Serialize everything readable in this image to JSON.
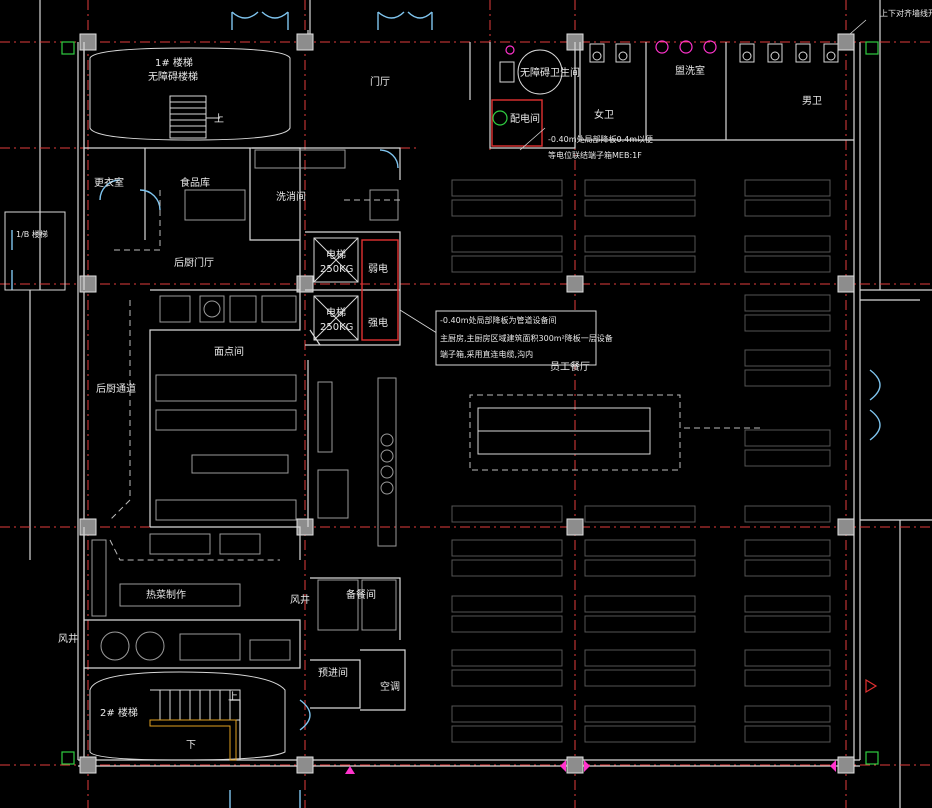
{
  "labels": {
    "stair1_line1": "1# 楼梯",
    "stair1_line2": "无障碍楼梯",
    "stair1_up": "上",
    "lobby": "门厅",
    "accessible_wc": "无障碍卫生间",
    "power_room": "配电间",
    "female_wc": "女卫",
    "washroom": "盥洗室",
    "male_wc": "男卫",
    "note_top_1": "-0.40m处局部降板0.4m以便",
    "note_top_2": "等电位联结端子箱MEB:1F",
    "top_right_note": "上下对齐墙线开间",
    "changing_room": "更衣室",
    "food_store": "食品库",
    "dish_wash": "洗消间",
    "rear_hall": "后厨门厅",
    "elevator_label": "电梯",
    "elevator_1_cap": "250KG",
    "elevator_2_cap": "250KG",
    "weak_power": "弱电",
    "strong_power": "强电",
    "corridor_west": "1/B 楼梯",
    "pastry": "面点间",
    "rear_passage": "后厨通道",
    "hot_kitchen": "热菜制作",
    "dining_hall": "员工餐厅",
    "note_mid_1": "-0.40m处局部降板为管道设备间",
    "note_mid_2": "主厨房,主厨房区域建筑面积300m²降板一层设备",
    "note_mid_3": "端子箱,采用直连电缆,沟内",
    "vent_shaft_left": "风井",
    "vent_shaft_right": "风井",
    "stair2": "2# 楼梯",
    "stair2_up": "上",
    "stair2_down": "下",
    "prep_room": "备餐间",
    "pre_room": "预进间",
    "aircon": "空调"
  },
  "colors": {
    "grid_axis": "#e23b3b",
    "column": "#bdbdbd",
    "wall": "#d8d8d8",
    "door": "#7fc4ee",
    "furniture": "#8a8a8a",
    "magenta": "#ff33cc",
    "green": "#2ecc40",
    "red_room": "#e03030"
  }
}
